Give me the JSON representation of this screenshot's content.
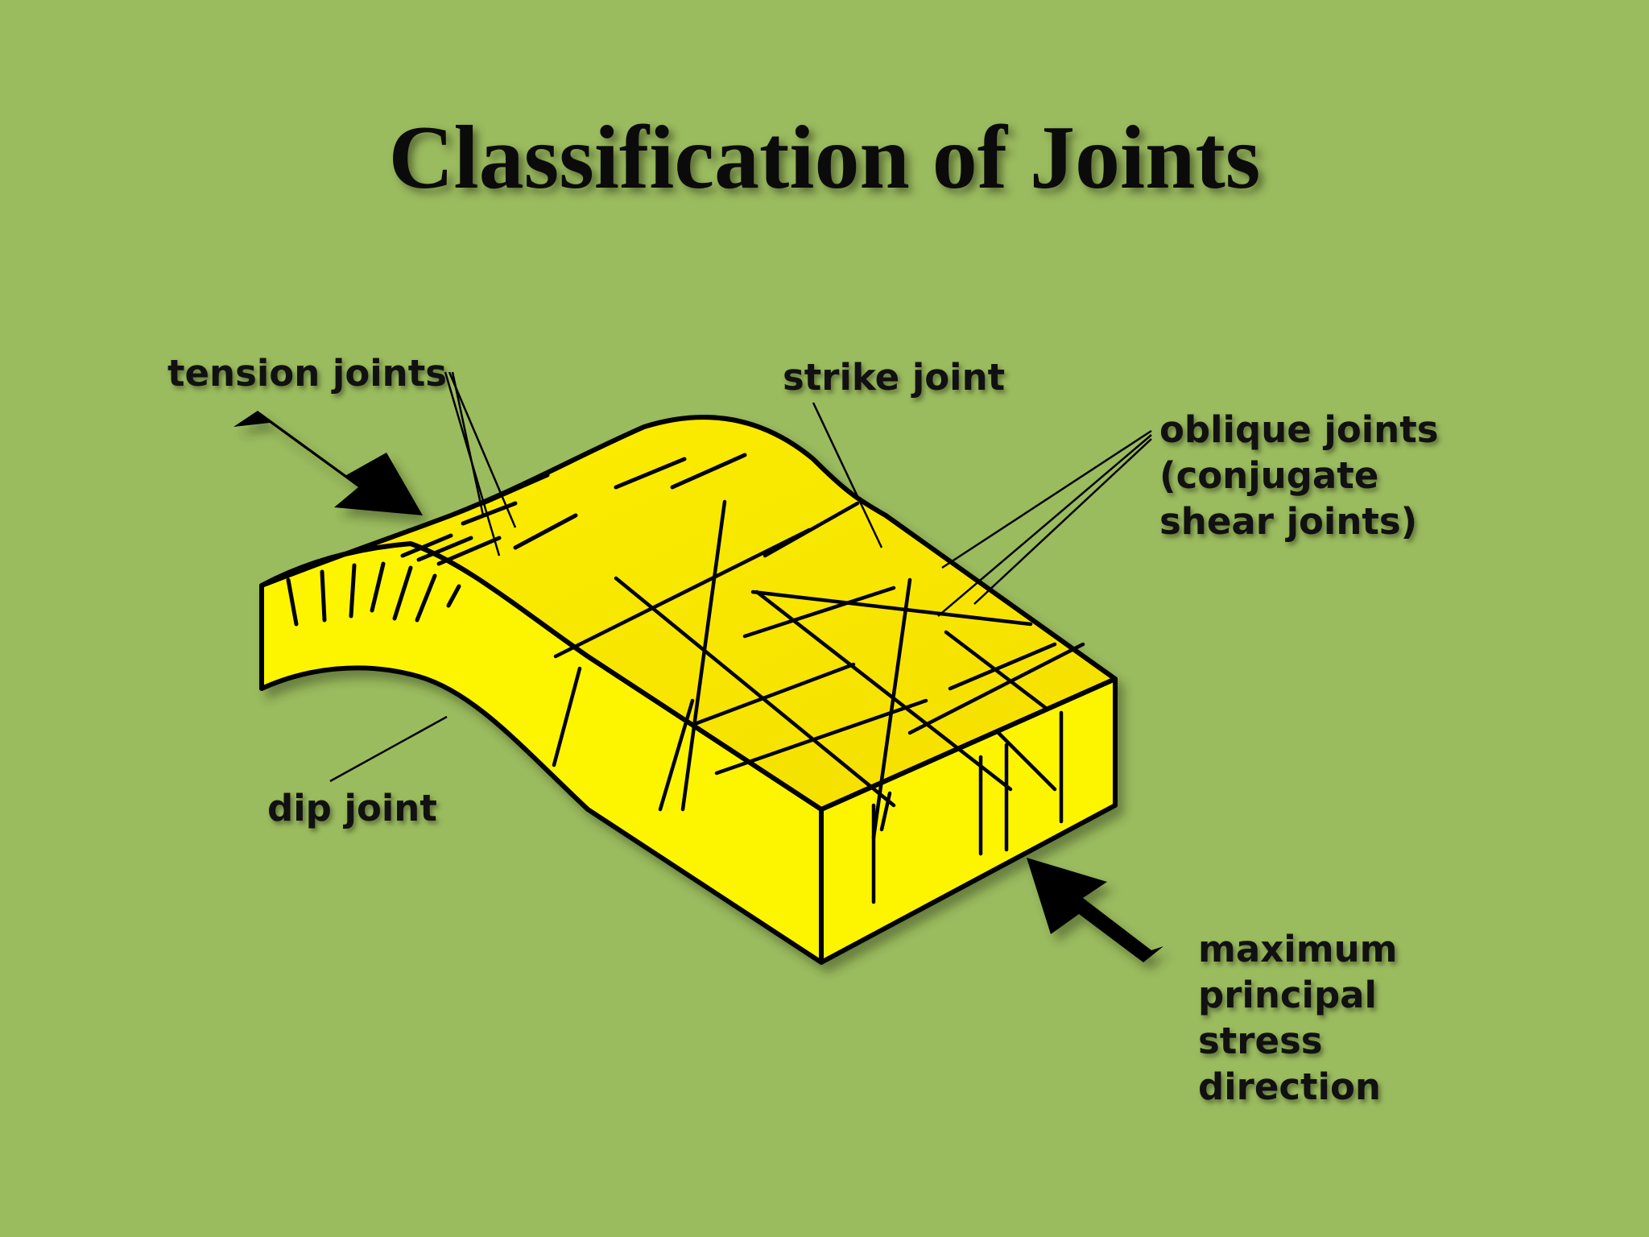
{
  "title": "Classification of Joints",
  "labels": {
    "tension_joints": "tension joints",
    "strike_joint": "strike joint",
    "oblique_joints": [
      "oblique joints",
      "(conjugate",
      "shear joints)"
    ],
    "dip_joint": "dip joint",
    "stress_direction": [
      "maximum",
      "principal",
      "stress",
      "direction"
    ]
  },
  "colors": {
    "background": "#9bbb5f",
    "rock": "#fdf200",
    "rock_top": "#f9e800",
    "outline": "#000000"
  }
}
